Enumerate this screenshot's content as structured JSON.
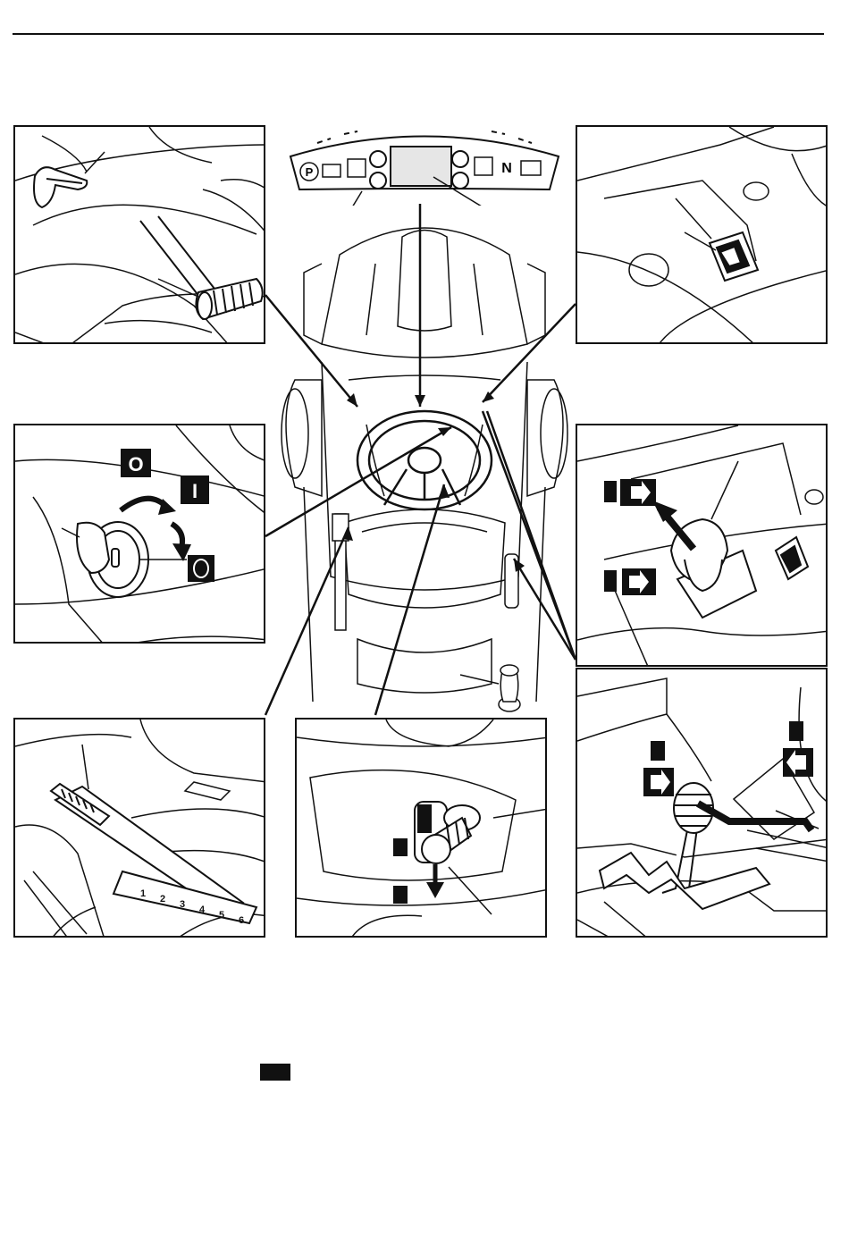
{
  "dashboard": {
    "parking_symbol": "P",
    "neutral_symbol": "N"
  },
  "ignition": {
    "off_symbol": "O",
    "on_symbol": "I"
  },
  "icons": {
    "parking_brake": "parking-icon",
    "fuel": "fuel-icon",
    "cutting_height": "cutting-height-icon",
    "seat": "seat-icon",
    "battery": "battery-icon",
    "choke": "choke-icon",
    "engage": "engage-arrow-icon",
    "disengage": "disengage-arrow-icon"
  },
  "cutting_height_scale": [
    "1",
    "2",
    "3",
    "4",
    "5",
    "6"
  ],
  "colors": {
    "line": "#111111",
    "background": "#ffffff",
    "display": "#e6e6e6"
  }
}
